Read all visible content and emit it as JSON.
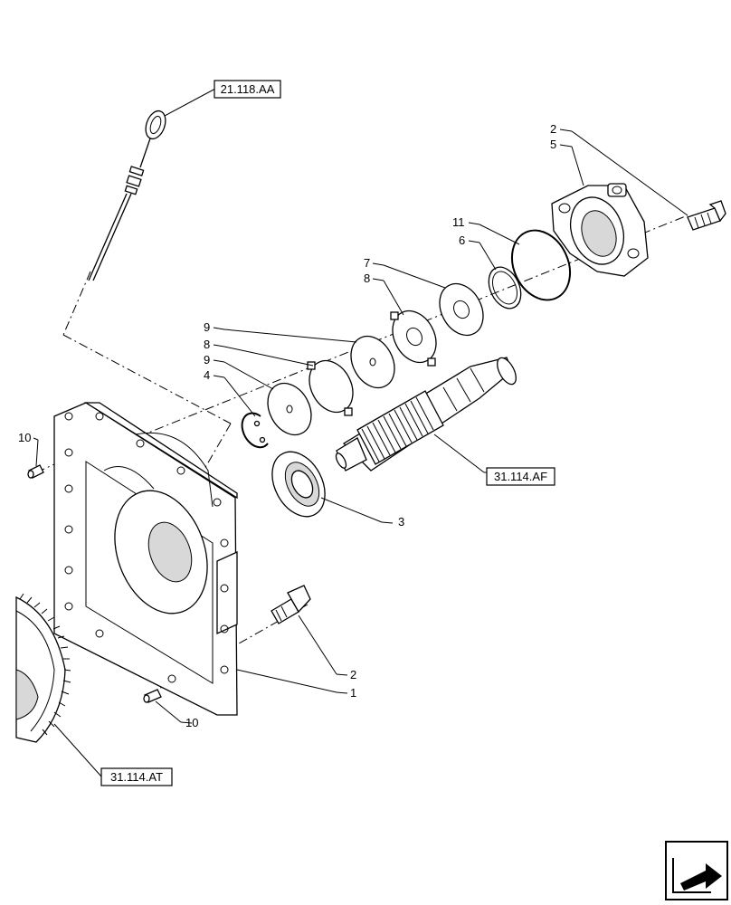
{
  "references": {
    "dipstick": "21.118.AA",
    "shaft": "31.114.AF",
    "gear": "31.114.AT"
  },
  "callouts": {
    "c2_top": "2",
    "c5": "5",
    "c11": "11",
    "c6": "6",
    "c7": "7",
    "c8_top": "8",
    "c9_top": "9",
    "c8_mid": "8",
    "c9_mid": "9",
    "c4": "4",
    "c10_left": "10",
    "c3": "3",
    "c2_bottom": "2",
    "c1": "1",
    "c10_bottom": "10"
  },
  "nav_icon": "arrow-next-icon"
}
